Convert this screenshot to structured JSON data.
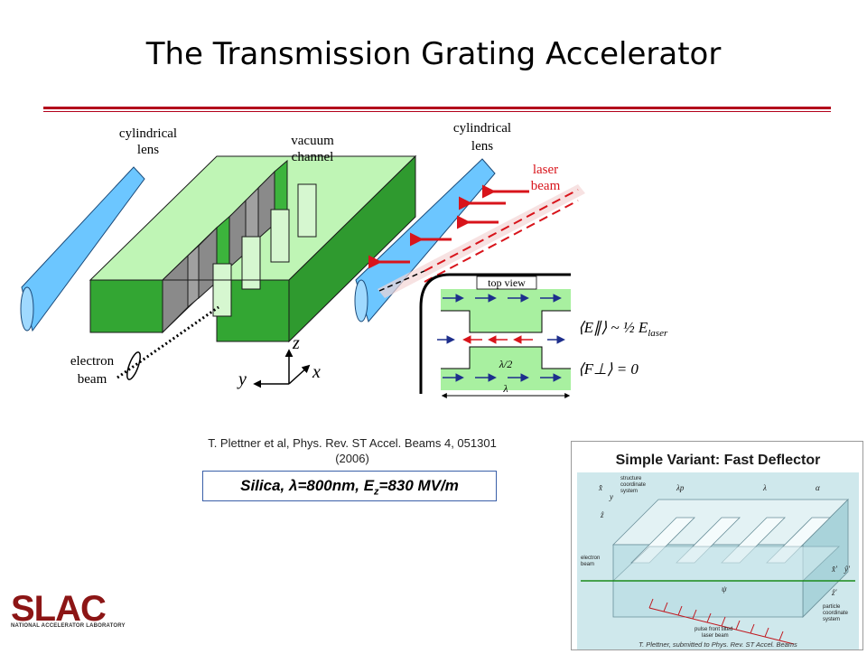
{
  "slide": {
    "title": "The Transmission Grating Accelerator",
    "accent_color": "#b3001b"
  },
  "diagram": {
    "left_lens_label": [
      "cylindrical",
      "lens"
    ],
    "right_lens_label": [
      "cylindrical",
      "lens"
    ],
    "channel_label": [
      "vacuum",
      "channel"
    ],
    "laser_label": [
      "laser",
      "beam"
    ],
    "electron_label": [
      "electron",
      "beam"
    ],
    "axis_z": "z",
    "axis_y": "y",
    "axis_x": "x",
    "top_view_label": "top view",
    "half_lambda_label": "λ/2",
    "lambda_label": "λ",
    "eq_field_parallel": "⟨E∥⟩ ~ ½ E",
    "eq_field_parallel_sub": "laser",
    "eq_force_perp": "⟨F⊥⟩ = 0",
    "colors": {
      "lens": "#6cc6ff",
      "grating_dark": "#33a633",
      "grating_light": "#a8f0a0",
      "laser": "#d8141b",
      "arrow_blue": "#1d2e8c"
    }
  },
  "citation": {
    "line1": "T. Plettner et al, Phys. Rev. ST Accel. Beams 4, 051301",
    "line2": "(2006)"
  },
  "parameters": {
    "prefix": "Silica, ",
    "lambda": "λ",
    "middle": "=800nm, E",
    "sub": "z",
    "suffix": "=830 MV/m"
  },
  "logo": {
    "text": "SLAC",
    "subtitle": "NATIONAL ACCELERATOR LABORATORY",
    "color": "#8c1515"
  },
  "inset": {
    "title": "Simple Variant: Fast Deflector",
    "labels": {
      "structure": [
        "structure",
        "coordinate",
        "system"
      ],
      "lambda_p": "λp",
      "lambda": "λ",
      "alpha": "α",
      "electron": [
        "electron",
        "beam"
      ],
      "particle": [
        "particle",
        "coordinate",
        "system"
      ],
      "pulse": [
        "pulse front tilted",
        "laser beam"
      ],
      "psi": "ψ",
      "x": "x̂",
      "y": "y",
      "z": "ẑ",
      "xp": "x̂′",
      "yp": "ŷ′",
      "zp": "ẑ′"
    },
    "citation": "T. Plettner, submitted to Phys. Rev. ST Accel. Beams"
  }
}
